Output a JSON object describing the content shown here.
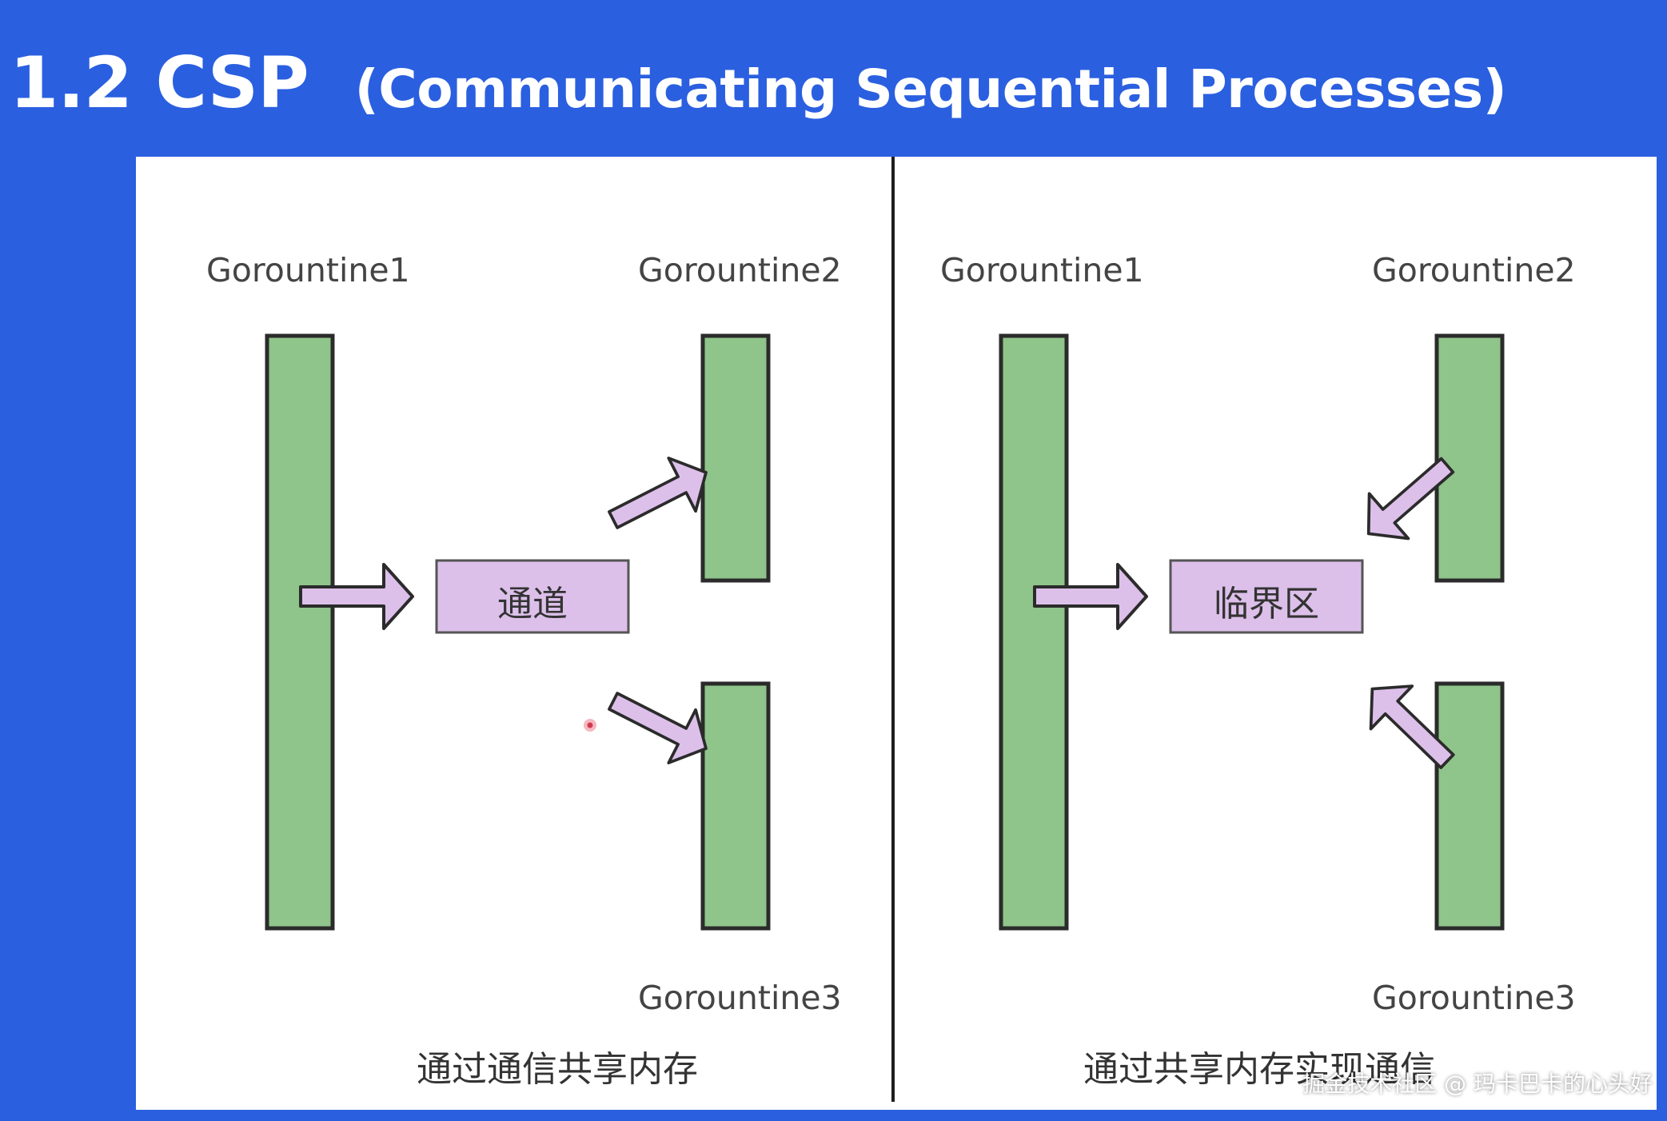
{
  "title": {
    "main": "1.2 CSP",
    "sub": "(Communicating Sequential Processes)"
  },
  "left_panel": {
    "goroutine1": "Gorountine1",
    "goroutine2": "Gorountine2",
    "goroutine3": "Gorountine3",
    "box_label": "通道",
    "caption": "通过通信共享内存"
  },
  "right_panel": {
    "goroutine1": "Gorountine1",
    "goroutine2": "Gorountine2",
    "goroutine3": "Gorountine3",
    "box_label": "临界区",
    "caption": "通过共享内存实现通信"
  },
  "watermark": "掘金技术社区 @ 玛卡巴卡的心头好",
  "colors": {
    "background": "#2a5fe0",
    "goroutine_bar": "#8fc48a",
    "box_and_arrow": "#dcc0ea",
    "outline": "#2b2b2b"
  }
}
